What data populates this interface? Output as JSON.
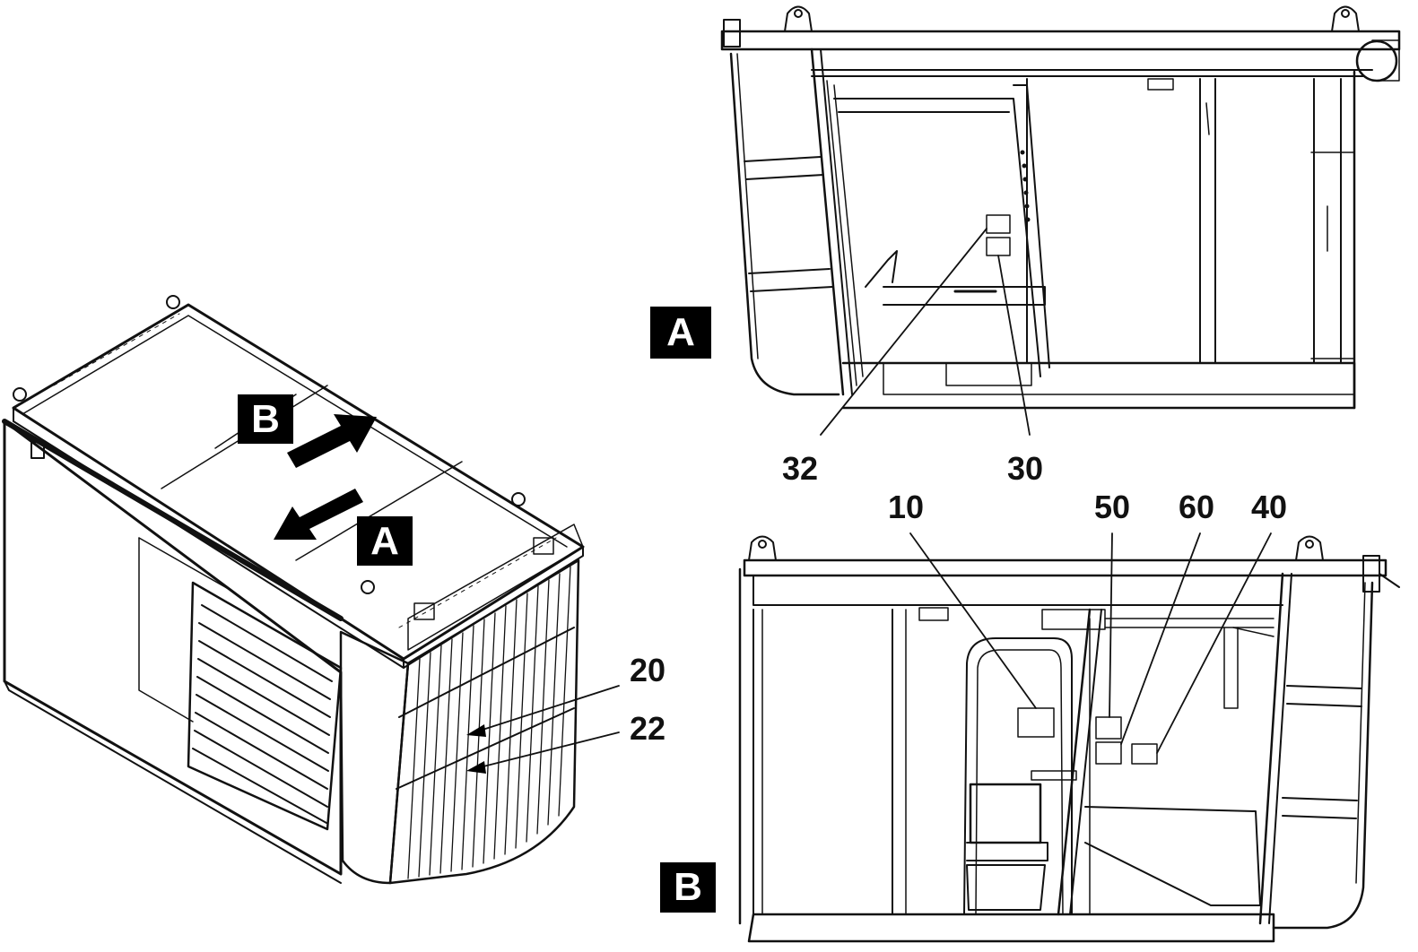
{
  "views": {
    "A": {
      "label": "A"
    },
    "B": {
      "label": "B"
    }
  },
  "callouts": {
    "c10": "10",
    "c20": "20",
    "c22": "22",
    "c30": "30",
    "c32": "32",
    "c40": "40",
    "c50": "50",
    "c60": "60"
  },
  "colors": {
    "ink": "#111111",
    "badge": "#000000",
    "background": "#ffffff"
  }
}
